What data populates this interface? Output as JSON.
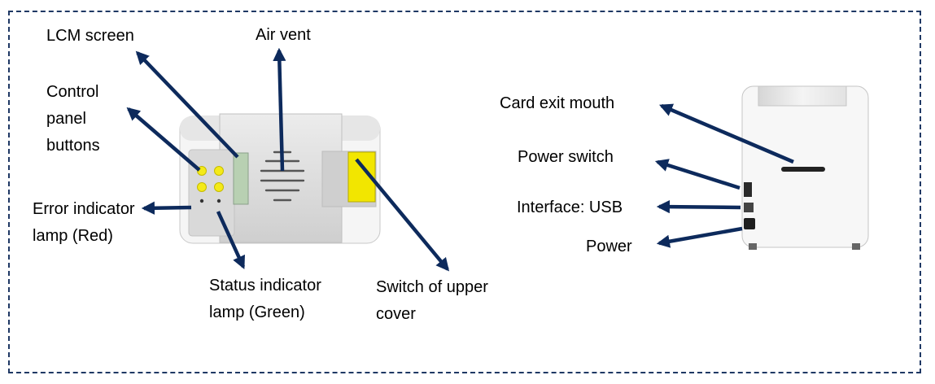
{
  "colors": {
    "frame": "#1f3864",
    "arrow": "#0d2a5c",
    "lamp_yellow": "#f4ea18",
    "lcm_green": "#b8d0b2",
    "cover_switch_yellow": "#f2e600",
    "body_gray": "#d9d9d9"
  },
  "labels": {
    "lcm_screen": "LCM screen",
    "air_vent": "Air vent",
    "control_panel_buttons": "Control\npanel\nbuttons",
    "error_indicator_lamp": "Error indicator\nlamp (Red)",
    "status_indicator_lamp": "Status indicator\nlamp (Green)",
    "switch_of_upper_cover": "Switch of upper\ncover",
    "card_exit_mouth": "Card exit mouth",
    "power_switch": "Power switch",
    "interface_usb": "Interface: USB",
    "power": "Power"
  }
}
